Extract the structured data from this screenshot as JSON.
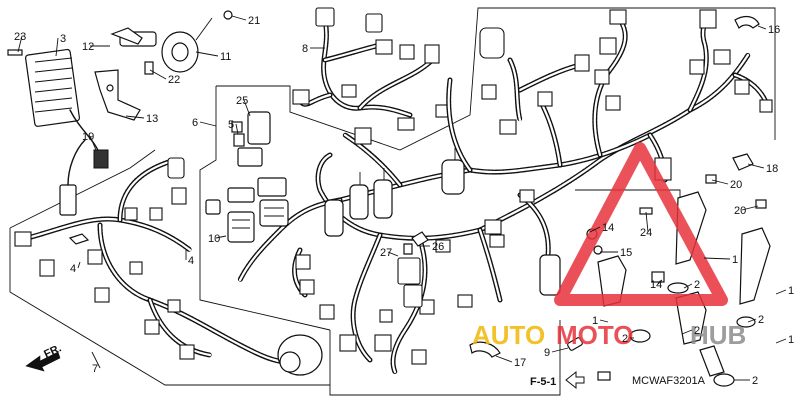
{
  "callouts": [
    "1",
    "2",
    "3",
    "4",
    "5",
    "6",
    "7",
    "8",
    "9",
    "10",
    "11",
    "12",
    "13",
    "14",
    "15",
    "16",
    "17",
    "18",
    "19",
    "20",
    "21",
    "22",
    "23",
    "24",
    "25",
    "26",
    "27"
  ],
  "direction_label": "FR.",
  "reference": "F-5-1",
  "diagram_code": "MCWAF3201A",
  "watermark": {
    "brand_auto": "AUTO",
    "brand_moto": "MOTO",
    "brand_hub": "HUB",
    "colors": {
      "red": "#e8323c",
      "yellow": "#f2b705",
      "gray": "#8c8c8c"
    }
  }
}
